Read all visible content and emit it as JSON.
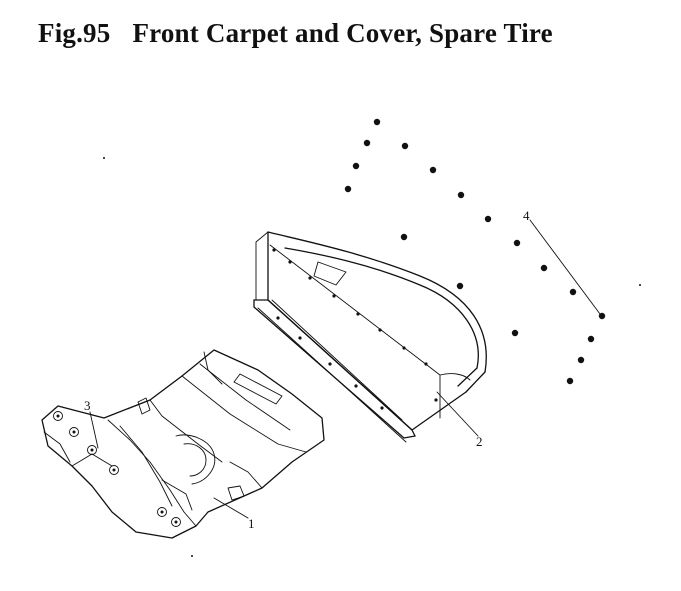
{
  "figure": {
    "number": "Fig.95",
    "title": "Front Carpet and Cover, Spare Tire"
  },
  "callouts": [
    {
      "id": "1",
      "text": "1"
    },
    {
      "id": "2",
      "text": "2"
    },
    {
      "id": "3",
      "text": "3"
    },
    {
      "id": "4",
      "text": "4"
    }
  ],
  "colors": {
    "ink": "#111111",
    "paper": "#ffffff"
  }
}
